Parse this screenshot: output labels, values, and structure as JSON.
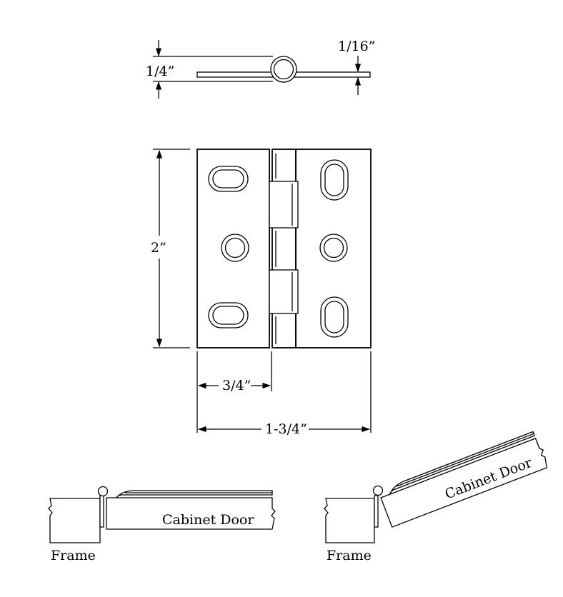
{
  "labels": {
    "leaf_thickness": "1/4”",
    "plate_thickness": "1/16”",
    "height": "2”",
    "leaf_width": "3/4”",
    "total_width": "1-3/4”",
    "door_closed": "Cabinet Door",
    "frame_closed": "Frame",
    "door_open": "Cabinet Door",
    "frame_open": "Frame"
  },
  "colors": {
    "ink": "#000000",
    "background": "#ffffff"
  }
}
